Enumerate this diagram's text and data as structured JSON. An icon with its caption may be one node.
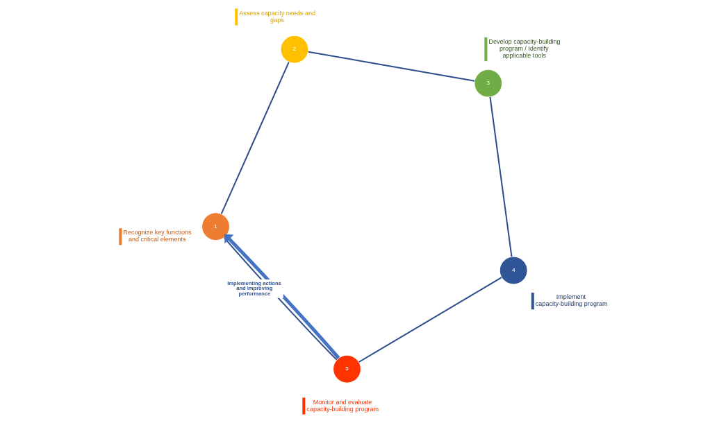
{
  "diagram": {
    "nodes": [
      {
        "text": [
          "1"
        ],
        "beside": [
          "Recognize key functions and critical elements"
        ]
      },
      {
        "text": [
          "2"
        ],
        "beside": [
          "Assess capacity needs and gaps"
        ]
      },
      {
        "text": [
          "3"
        ],
        "beside": [
          "Develop capacity-building program / Identify applicable tools"
        ]
      },
      {
        "text": [
          "4"
        ],
        "beside": [
          "Implement capacity-building program"
        ]
      },
      {
        "text": [
          "5"
        ],
        "beside": [
          "Monitor and evaluate capacity-building program"
        ]
      }
    ],
    "edges": [
      {
        "from": 0,
        "to": 1,
        "arrow": "none"
      },
      {
        "from": 1,
        "to": 2,
        "arrow": "none"
      },
      {
        "from": 2,
        "to": 3,
        "arrow": "none"
      },
      {
        "from": 3,
        "to": 4,
        "arrow": "none"
      },
      {
        "from": 4,
        "to": 0,
        "arrow": "none"
      },
      {
        "from": 4,
        "to": 0,
        "arrow": "to",
        "label": "Implementing actions and improving performance",
        "style": "thick",
        "color": "#4472c4"
      }
    ]
  }
}
